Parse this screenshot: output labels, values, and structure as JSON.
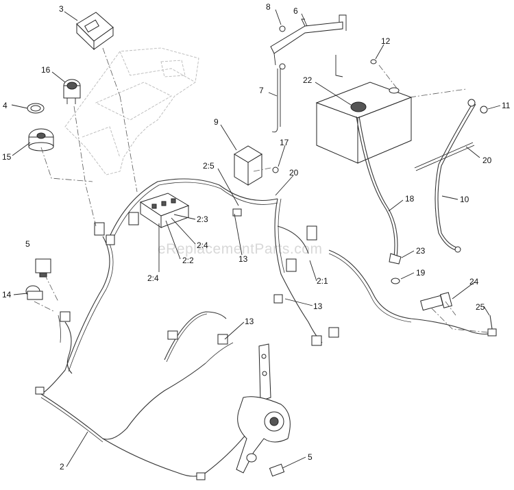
{
  "watermark": "eReplacementParts.com",
  "callouts": [
    {
      "id": "c3",
      "text": "3"
    },
    {
      "id": "c8",
      "text": "8"
    },
    {
      "id": "c6",
      "text": "6"
    },
    {
      "id": "c12",
      "text": "12"
    },
    {
      "id": "c16",
      "text": "16"
    },
    {
      "id": "c22",
      "text": "22"
    },
    {
      "id": "c7",
      "text": "7"
    },
    {
      "id": "c4",
      "text": "4"
    },
    {
      "id": "c11",
      "text": "11"
    },
    {
      "id": "c15",
      "text": "15"
    },
    {
      "id": "c9",
      "text": "9"
    },
    {
      "id": "c17",
      "text": "17"
    },
    {
      "id": "c20a",
      "text": "20"
    },
    {
      "id": "c2_5",
      "text": "2:5"
    },
    {
      "id": "c20b",
      "text": "20"
    },
    {
      "id": "c18",
      "text": "18"
    },
    {
      "id": "c10",
      "text": "10"
    },
    {
      "id": "c2_3",
      "text": "2:3"
    },
    {
      "id": "c2_4a",
      "text": "2:4"
    },
    {
      "id": "c5a",
      "text": "5"
    },
    {
      "id": "c13a",
      "text": "13"
    },
    {
      "id": "c2_2",
      "text": "2:2"
    },
    {
      "id": "c2_4b",
      "text": "2:4"
    },
    {
      "id": "c23",
      "text": "23"
    },
    {
      "id": "c19",
      "text": "19"
    },
    {
      "id": "c2_1",
      "text": "2:1"
    },
    {
      "id": "c14",
      "text": "14"
    },
    {
      "id": "c24",
      "text": "24"
    },
    {
      "id": "c13b",
      "text": "13"
    },
    {
      "id": "c25",
      "text": "25"
    },
    {
      "id": "c13c",
      "text": "13"
    },
    {
      "id": "c5b",
      "text": "5"
    },
    {
      "id": "c2",
      "text": "2"
    }
  ]
}
